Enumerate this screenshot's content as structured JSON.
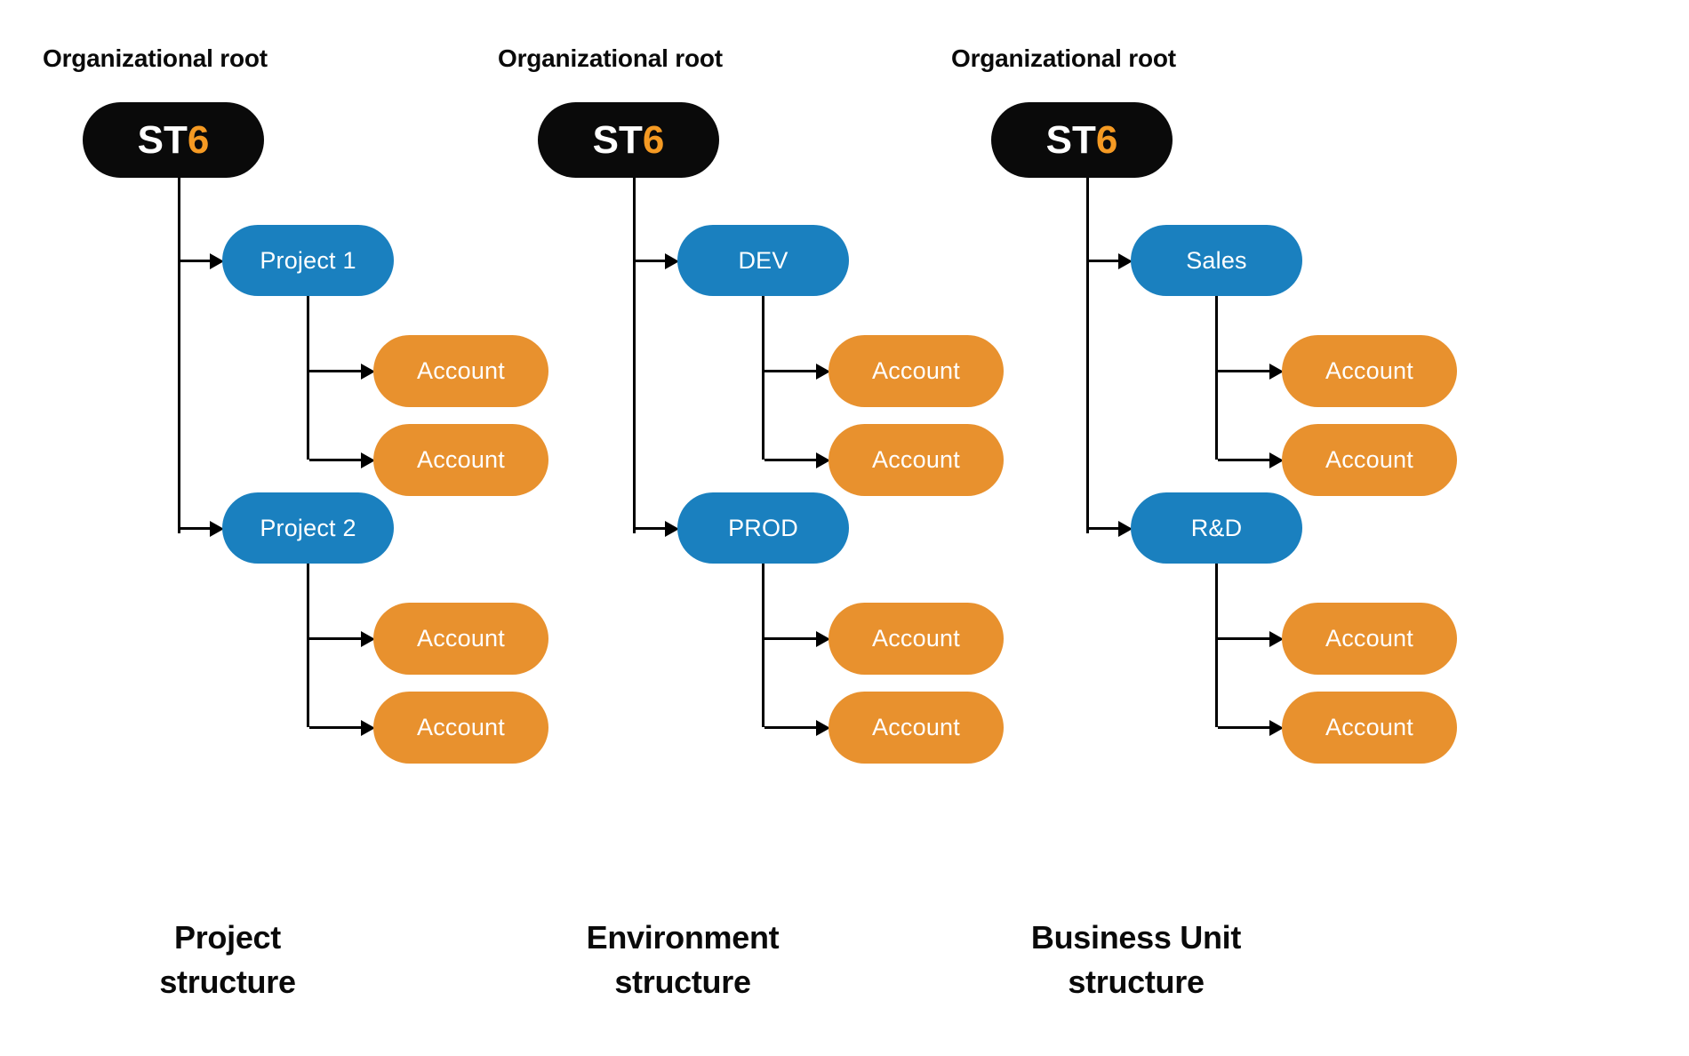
{
  "meta": {
    "diagram_title": "AWS multi-account organizational structures",
    "background": "#ffffff",
    "colors": {
      "root_node": "#0a0a0a",
      "root_accent": "#f59a23",
      "branch_node": "#1a80bf",
      "leaf_node": "#e8912e",
      "connector": "#000000",
      "text_on_node": "#ffffff",
      "label_text": "#0a0a0a"
    }
  },
  "columns": [
    {
      "root_label": "Organizational root",
      "root_node": {
        "prefix": "ST",
        "accent": "6"
      },
      "branches": [
        {
          "label": "Project 1",
          "leaves": [
            {
              "label": "Account"
            },
            {
              "label": "Account"
            }
          ]
        },
        {
          "label": "Project 2",
          "leaves": [
            {
              "label": "Account"
            },
            {
              "label": "Account"
            }
          ]
        }
      ],
      "caption_line1": "Project",
      "caption_line2": "structure"
    },
    {
      "root_label": "Organizational root",
      "root_node": {
        "prefix": "ST",
        "accent": "6"
      },
      "branches": [
        {
          "label": "DEV",
          "leaves": [
            {
              "label": "Account"
            },
            {
              "label": "Account"
            }
          ]
        },
        {
          "label": "PROD",
          "leaves": [
            {
              "label": "Account"
            },
            {
              "label": "Account"
            }
          ]
        }
      ],
      "caption_line1": "Environment",
      "caption_line2": "structure"
    },
    {
      "root_label": "Organizational root",
      "root_node": {
        "prefix": "ST",
        "accent": "6"
      },
      "branches": [
        {
          "label": "Sales",
          "leaves": [
            {
              "label": "Account"
            },
            {
              "label": "Account"
            }
          ]
        },
        {
          "label": "R&D",
          "leaves": [
            {
              "label": "Account"
            },
            {
              "label": "Account"
            }
          ]
        }
      ],
      "caption_line1": "Business Unit",
      "caption_line2": "structure"
    }
  ]
}
